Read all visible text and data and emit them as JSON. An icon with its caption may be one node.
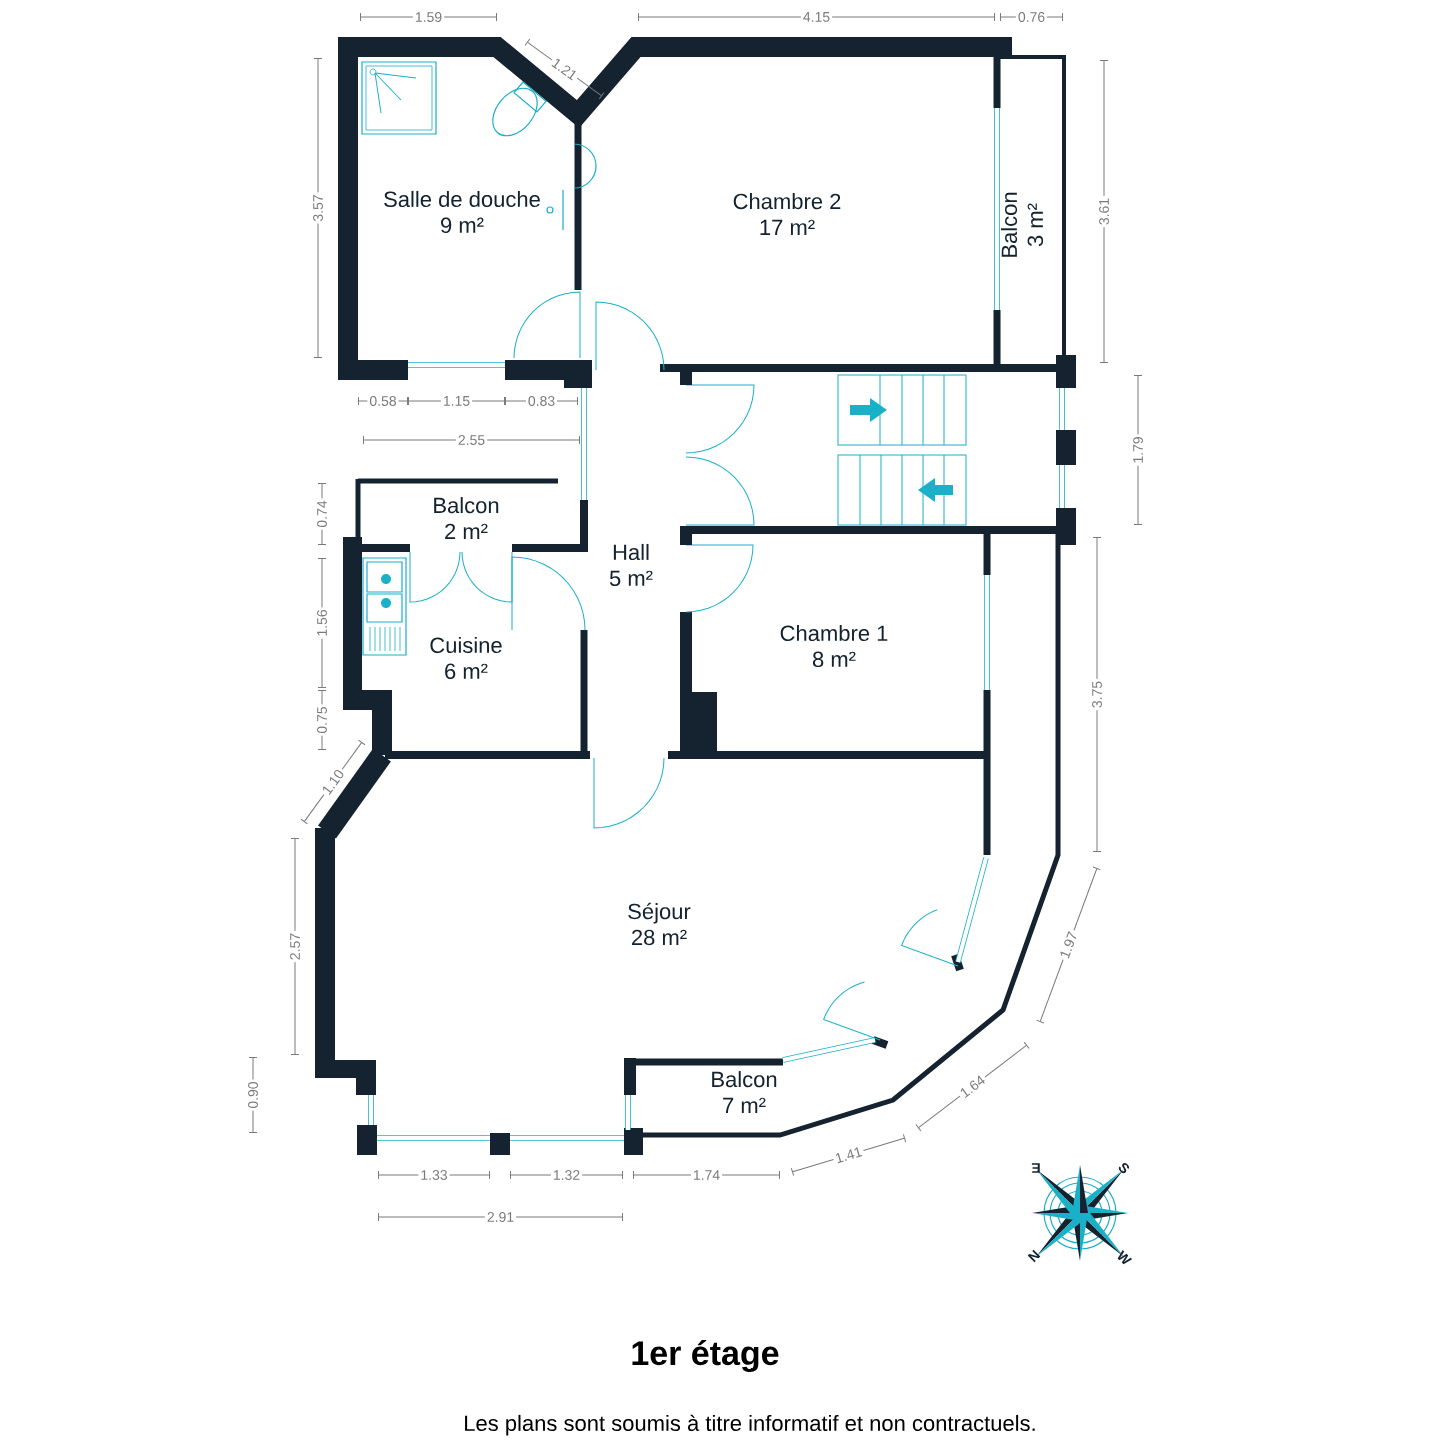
{
  "diagram": {
    "title": "1er étage",
    "caption": "Les plans sont soumis à titre informatif et non contractuels.",
    "nodes": [
      {
        "text": [
          "Salle de douche",
          "9 m²"
        ]
      },
      {
        "text": [
          "Chambre 2",
          "17 m²"
        ]
      },
      {
        "text": [
          "Balcon",
          "3 m²"
        ]
      },
      {
        "text": [
          "Balcon",
          "2 m²"
        ]
      },
      {
        "text": [
          "Hall",
          "5 m²"
        ]
      },
      {
        "text": [
          "Cuisine",
          "6 m²"
        ]
      },
      {
        "text": [
          "Chambre 1",
          "8 m²"
        ]
      },
      {
        "text": [
          "Séjour",
          "28 m²"
        ]
      },
      {
        "text": [
          "Balcon",
          "7 m²"
        ]
      }
    ],
    "labels": [
      "1.59",
      "1.21",
      "4.15",
      "0.76",
      "3.57",
      "3.61",
      "0.58",
      "1.15",
      "0.83",
      "1.79",
      "2.55",
      "0.74",
      "1.56",
      "0.75",
      "1.10",
      "3.75",
      "2.57",
      "1.97",
      "0.90",
      "1.64",
      "1.41",
      "1.33",
      "1.32",
      "1.74",
      "2.91",
      "E",
      "S",
      "N",
      "W"
    ]
  }
}
